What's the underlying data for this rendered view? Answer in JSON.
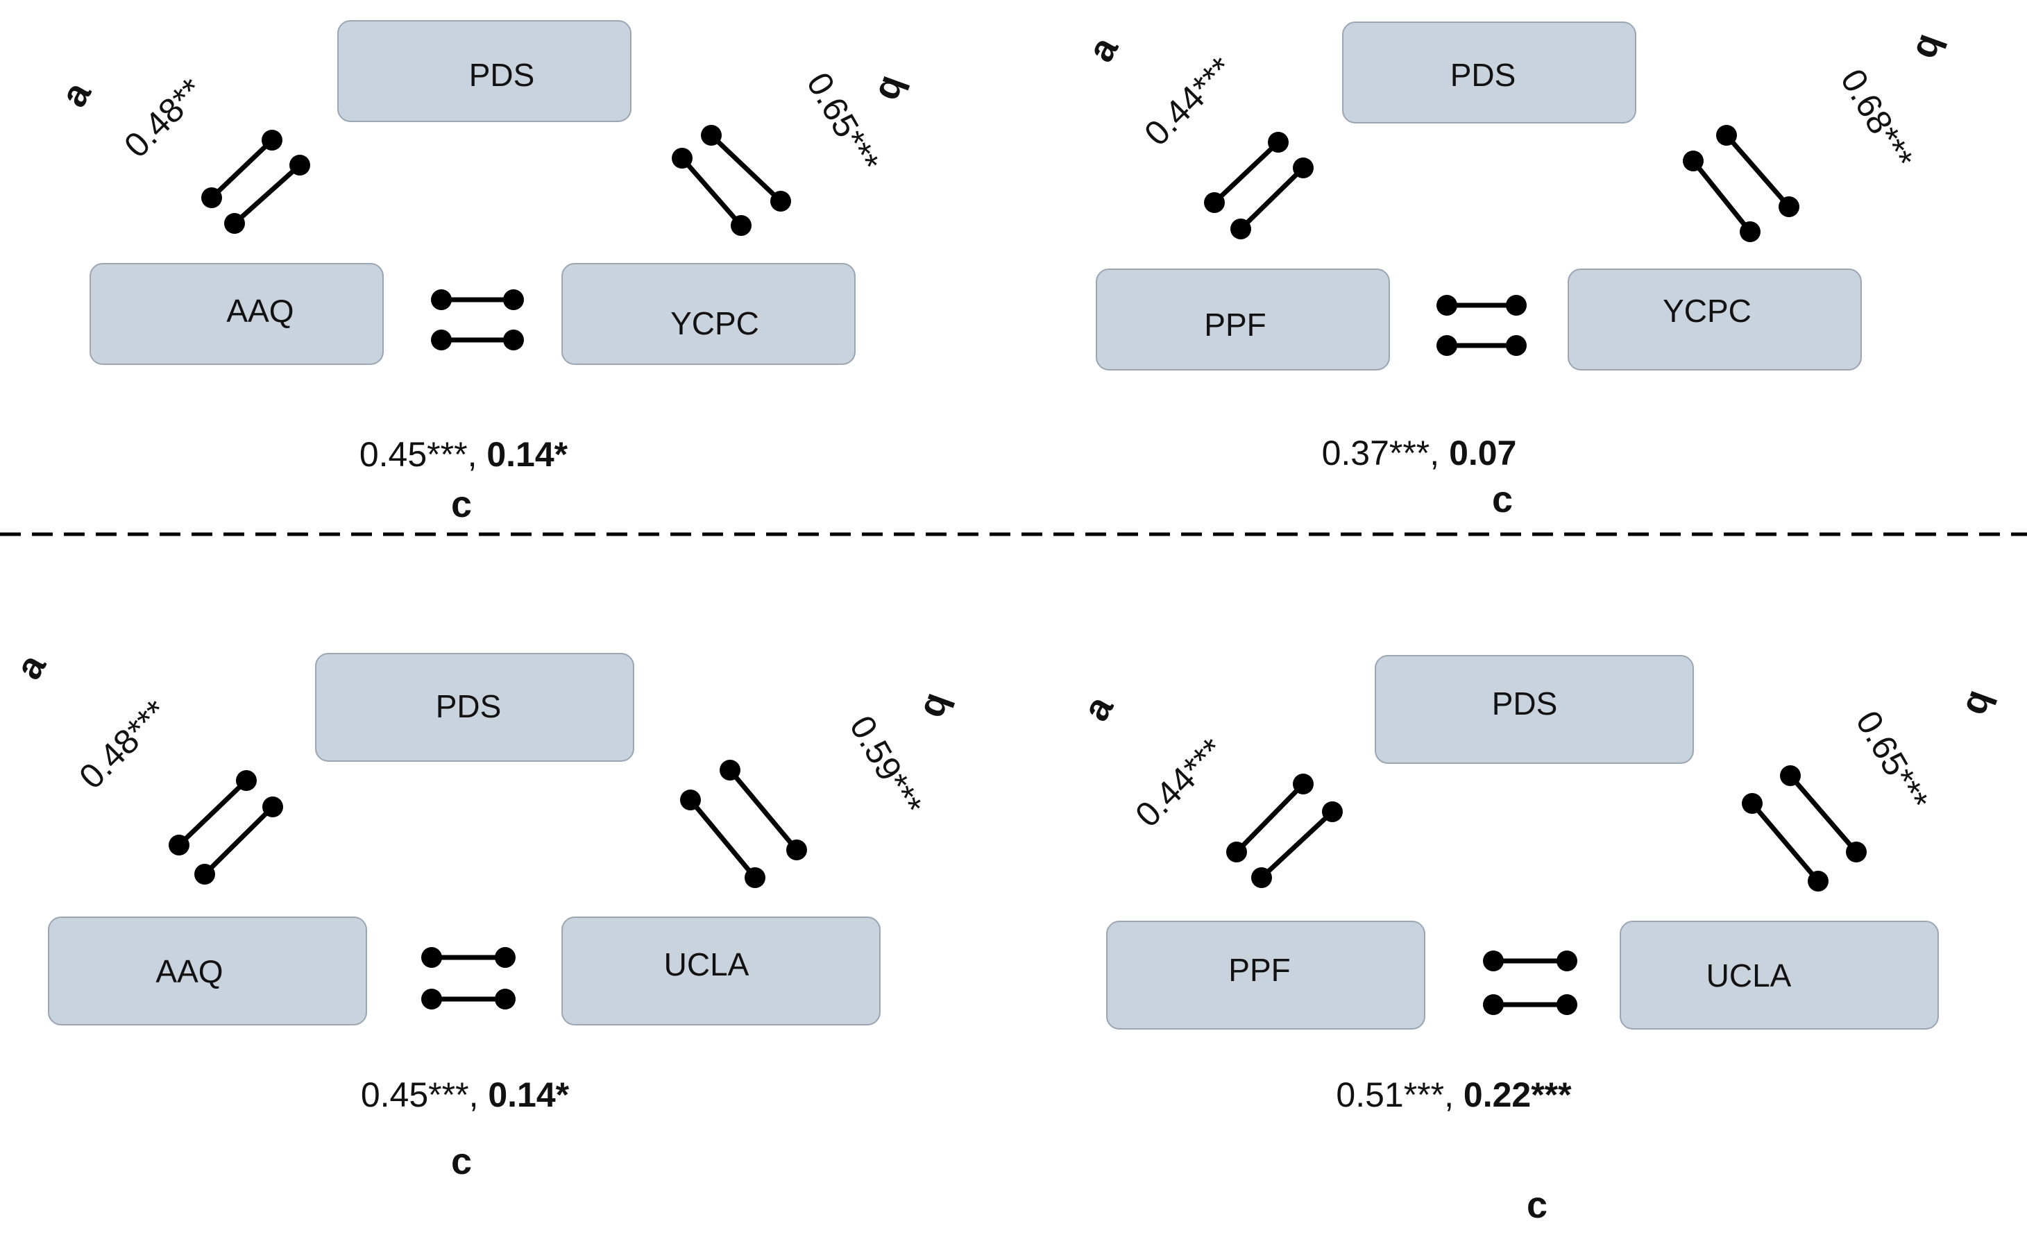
{
  "colors": {
    "box_fill": "#c9d3dd",
    "box_stroke": "#9aa6b2",
    "divider": "#000000"
  },
  "panels": [
    {
      "id": "p1",
      "mediator": "PDS",
      "predictor": "AAQ",
      "outcome": "YCPC",
      "a_label": "a",
      "b_label": "b",
      "c_label": "c",
      "a_coef": "0.48**",
      "b_coef": "0.65***",
      "c_total": "0.45***",
      "c_sep": ", ",
      "c_direct": "0.14*"
    },
    {
      "id": "p2",
      "mediator": "PDS",
      "predictor": "PPF",
      "outcome": "YCPC",
      "a_label": "a",
      "b_label": "b",
      "c_label": "c",
      "a_coef": "0.44***",
      "b_coef": "0.68***",
      "c_total": "0.37***",
      "c_sep": ", ",
      "c_direct": "0.07"
    },
    {
      "id": "p3",
      "mediator": "PDS",
      "predictor": "AAQ",
      "outcome": "UCLA",
      "a_label": "a",
      "b_label": "b",
      "c_label": "c",
      "a_coef": "0.48***",
      "b_coef": "0.59***",
      "c_total": "0.45***",
      "c_sep": ", ",
      "c_direct": "0.14*"
    },
    {
      "id": "p4",
      "mediator": "PDS",
      "predictor": "PPF",
      "outcome": "UCLA",
      "a_label": "a",
      "b_label": "b",
      "c_label": "c",
      "a_coef": "0.44***",
      "b_coef": "0.65***",
      "c_total": "0.51***",
      "c_sep": ", ",
      "c_direct": "0.22***"
    }
  ]
}
